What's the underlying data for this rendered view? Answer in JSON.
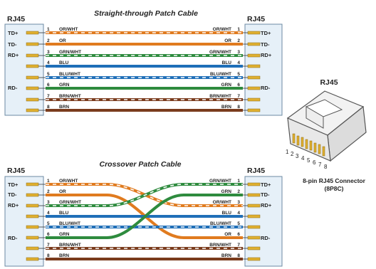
{
  "colors": {
    "orange": "#e07b1f",
    "green": "#2e8b3e",
    "blue": "#1f6fb8",
    "brown": "#7a3b1c",
    "stripe": "#ffffff",
    "connector_fill": "#e6f0f8",
    "connector_stroke": "#6c8aa3",
    "pin": "#e0b030"
  },
  "straight": {
    "title": "Straight-through Patch Cable",
    "left_connector_label": "RJ45",
    "right_connector_label": "RJ45",
    "left_signals": [
      "TD+",
      "TD-",
      "RD+",
      "RD-"
    ],
    "right_signals": [
      "TD+",
      "TD-",
      "RD+",
      "RD-"
    ],
    "left_wires": [
      {
        "num": "1",
        "name": "OR/WHT"
      },
      {
        "num": "2",
        "name": "OR"
      },
      {
        "num": "3",
        "name": "GRN/WHT"
      },
      {
        "num": "4",
        "name": "BLU"
      },
      {
        "num": "5",
        "name": "BLU/WHT"
      },
      {
        "num": "6",
        "name": "GRN"
      },
      {
        "num": "7",
        "name": "BRN/WHT"
      },
      {
        "num": "8",
        "name": "BRN"
      }
    ],
    "right_wires": [
      {
        "num": "1",
        "name": "OR/WHT"
      },
      {
        "num": "2",
        "name": "OR"
      },
      {
        "num": "3",
        "name": "GRN/WHT"
      },
      {
        "num": "4",
        "name": "BLU"
      },
      {
        "num": "5",
        "name": "BLU/WHT"
      },
      {
        "num": "6",
        "name": "GRN"
      },
      {
        "num": "7",
        "name": "BRN/WHT"
      },
      {
        "num": "8",
        "name": "BRN"
      }
    ]
  },
  "crossover": {
    "title": "Crossover Patch Cable",
    "left_connector_label": "RJ45",
    "right_connector_label": "RJ45",
    "left_signals": [
      "TD+",
      "TD-",
      "RD+",
      "RD-"
    ],
    "right_signals": [
      "TD+",
      "TD-",
      "RD+",
      "RD-"
    ],
    "left_wires": [
      {
        "num": "1",
        "name": "OR/WHT"
      },
      {
        "num": "2",
        "name": "OR"
      },
      {
        "num": "3",
        "name": "GRN/WHT"
      },
      {
        "num": "4",
        "name": "BLU"
      },
      {
        "num": "5",
        "name": "BLU/WHT"
      },
      {
        "num": "6",
        "name": "GRN"
      },
      {
        "num": "7",
        "name": "BRN/WHT"
      },
      {
        "num": "8",
        "name": "BRN"
      }
    ],
    "right_wires": [
      {
        "num": "1",
        "name": "GRN/WHT"
      },
      {
        "num": "2",
        "name": "GRN"
      },
      {
        "num": "3",
        "name": "OR/WHT"
      },
      {
        "num": "4",
        "name": "BLU"
      },
      {
        "num": "5",
        "name": "BLU/WHT"
      },
      {
        "num": "6",
        "name": "OR"
      },
      {
        "num": "7",
        "name": "BRN/WHT"
      },
      {
        "num": "8",
        "name": "BRN"
      }
    ]
  },
  "connector_illustration": {
    "title": "RJ45",
    "pin_numbers": [
      "1",
      "2",
      "3",
      "4",
      "5",
      "6",
      "7",
      "8"
    ],
    "caption_line1": "8-pin RJ45 Connector",
    "caption_line2": "(8P8C)"
  }
}
